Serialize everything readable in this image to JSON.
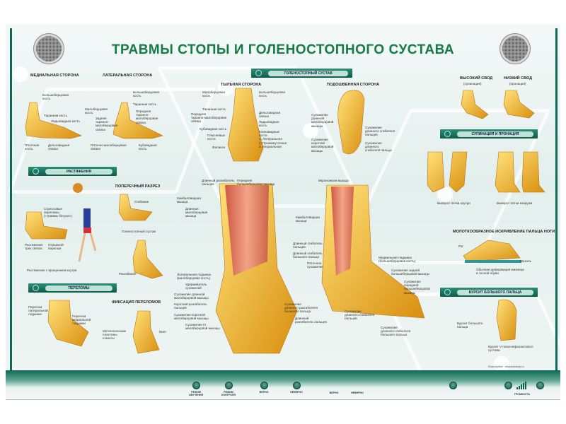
{
  "title": "ТРАВМЫ СТОПЫ И ГОЛЕНОСТОПНОГО СУСТАВА",
  "colors": {
    "accent": "#0e6a55",
    "title": "#1a7a4a",
    "bone": "#f2c12e",
    "muscle": "#d9665a"
  },
  "sections": {
    "ankle": "ГОЛЕНОСТОПНЫЙ СУСТАВ",
    "sprains": "РАСТЯЖЕНИЯ",
    "fractures": "ПЕРЕЛОМЫ",
    "supination": "СУПИНАЦИЯ И ПРОНАЦИЯ",
    "bursitis": "БУРСИТ БОЛЬШОГО ПАЛЬЦА"
  },
  "headings": {
    "medial": "МЕДИАЛЬНАЯ СТОРОНА",
    "lateral": "ЛАТЕРАЛЬНАЯ СТОРОНА",
    "dorsal": "ТЫЛЬНАЯ СТОРОНА",
    "plantar": "ПОДОШВЕННАЯ СТОРОНА",
    "cross": "ПОПЕРЕЧНЫЙ РАЗРЕЗ",
    "fixation": "ФИКСАЦИЯ ПЕРЕЛОМОВ",
    "high_arch": "ВЫСОКИЙ СВОД",
    "high_arch_sub": "(супинация)",
    "low_arch": "НИЗКИЙ СВОД",
    "low_arch_sub": "(пронация)",
    "hammer": "МОЛОТКООБРАЗНОЕ ИСКРИВЛЕНИЕ ПАЛЬЦА НОГИ"
  },
  "labels": [
    "Большеберцовая\nкость",
    "Таранная кость",
    "Ладьевидная кость",
    "Пяточная\nкость",
    "Дельтовидная\nсвязка",
    "Малоберцовая\nкость",
    "Задняя\nтаранно-\nмалоберцовая\nсвязка",
    "Большеберцовая\nкость",
    "Таранная кость",
    "Передняя\nтаранно-\nмалоберцовая\nсвязка",
    "Пяточно-малоберцовая\nсвязка",
    "Кубовидная\nкость",
    "Малоберцовая\nкость",
    "Таранная кость",
    "Передняя\nтаранно-малоберцовая\nсвязка",
    "Кубовидная кость",
    "Плюсневые\nкости",
    "Фаланги",
    "Большеберцовая\nкость",
    "Дельтовидная\nсвязка",
    "Ладьевидная\nкость",
    "Клиновидные\nкости\n1. Латеральная\n2. Промежуточная\n3. Медиальная",
    "Сухожилие\nдлинной\nмалоберцовой\nмышцы",
    "Сухожилие\nкороткой\nмалоберцовой\nмышцы",
    "Сухожилие\nдлинного сгибателя\nпальцев",
    "Сухожилие\nдлинного\nсгибателя пальца",
    "Стрессовые\nпереломы\n(«травмы бегуна»)",
    "Растяжение\nтрех связок",
    "Отрывной\nперелом",
    "Растяжение с вращением кнутри",
    "Сгибание",
    "Голеностопный сустав",
    "Разгибание",
    "Перелом\nлатеральной\nлодыжки",
    "Перелом\nмедиальной\nлодыжки",
    "Металлические\nпластины\nи винты",
    "Винт",
    "Длинный разгибатель\nпальцев",
    "Передняя\nбольшеберцовая мышца",
    "Камбаловидная\nмышца",
    "Длинная\nмалоберцовая\nмышца",
    "Латеральная лодыжка\n(малоберцовая кость)",
    "Удерживатель\nсухожилий",
    "Сухожилие длинной\nмалоберцовой мышцы",
    "Короткий разгибатель\nпальцев",
    "Сухожилие короткой\nмалоберцовой мышцы",
    "Сухожилие III\nмалоберцовой мышцы",
    "Сухожилие\nдлинного разгибателя\nбольшого пальца",
    "Длинный\nразгибатель пальцев",
    "Икроножная мышца",
    "Камбаловидная\nмышца",
    "Длинный сгибатель\nпальцев",
    "Длинный сгибатель\nбольшого пальца",
    "Пяточное\nсухожилие",
    "Медиальная лодыжка\n(большеберцовая кость)",
    "Сухожилие задней\nбольшеберцовой мышцы",
    "Сухожилие\nпередней\nбольшеберцовой\nмышцы",
    "Сухожилие\nдлинного сгибателя\nпальцев",
    "Сухожилие\nдлинного сгибателя\nбольшого пальца",
    "Выворот пятки кнутри",
    "Выворот пятки кнаружи",
    "Рог",
    "Мозоль",
    "Обычная деформация мизинца\nв тесной обуви",
    "Бурсит большого\nпальца",
    "Бурсит V плюснефалангового\nсустава"
  ],
  "credit": "Rosuchpribor · www.avtoshop.ru",
  "controls": [
    {
      "label": "РЕЖИМ\nОБУЧЕНИЯ"
    },
    {
      "label": "РЕЖИМ\nКОНТРОЛЯ"
    },
    {
      "label": "ВЕРНО"
    },
    {
      "label": "НЕВЕРНО"
    },
    {
      "label": "ВЕРНО",
      "indicator": true
    },
    {
      "label": "НЕВЕРНО",
      "indicator": true
    }
  ],
  "volume": {
    "label": "ГРОМКОСТЬ",
    "level_bars": 5
  }
}
